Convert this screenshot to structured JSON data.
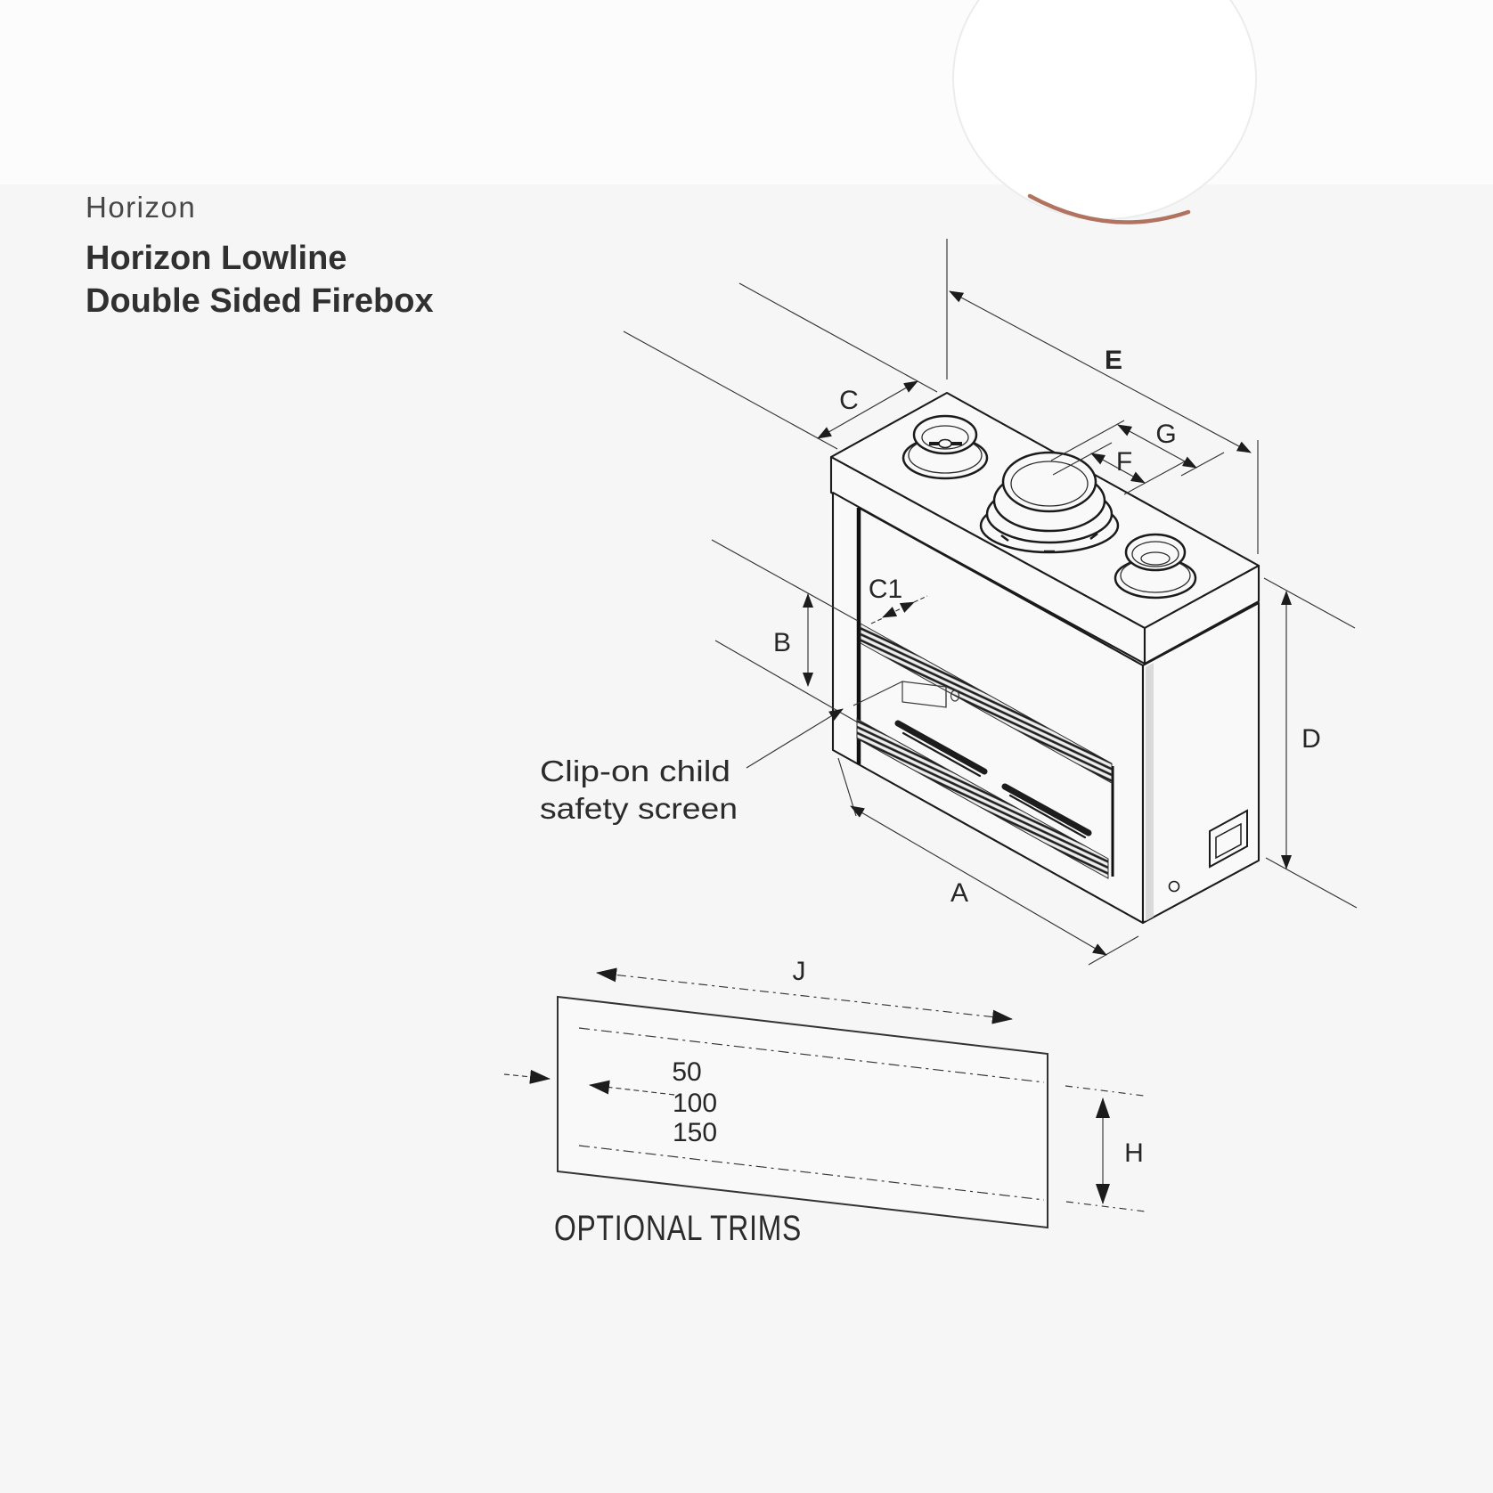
{
  "colors": {
    "page_background": "#f6f6f6",
    "top_band": "#fcfcfc",
    "brand_ellipse": "#ffffff",
    "brand_arc": "#b1725f",
    "line": "#1b1b1b",
    "text": "#303030"
  },
  "header": {
    "eyebrow": "Horizon",
    "title_line1": "Horizon Lowline",
    "title_line2": "Double Sided Firebox"
  },
  "diagram": {
    "dim_labels": {
      "a": "A",
      "b": "B",
      "c": "C",
      "c1": "C1",
      "d": "D",
      "e": "E",
      "f": "F",
      "g": "G",
      "h": "H",
      "j": "J"
    },
    "trim_offsets": [
      "50",
      "100",
      "150"
    ],
    "safety_note_line1": "Clip-on child",
    "safety_note_line2": "safety screen",
    "optional_trims_caption": "OPTIONAL TRIMS"
  }
}
